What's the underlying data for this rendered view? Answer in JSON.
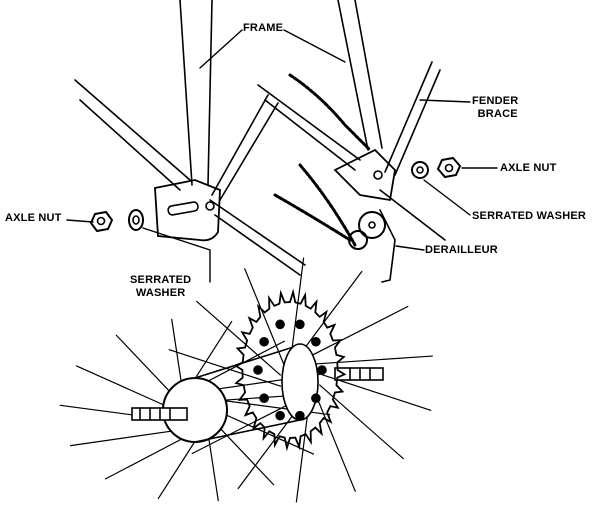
{
  "labels": {
    "frame": "FRAME",
    "fender_brace_line1": "FENDER",
    "fender_brace_line2": "BRACE",
    "axle_nut_right": "AXLE NUT",
    "serrated_washer_right": "SERRATED WASHER",
    "derailleur": "DERAILLEUR",
    "axle_nut_left": "AXLE NUT",
    "serrated_washer_left_line1": "SERRATED",
    "serrated_washer_left_line2": "WASHER"
  },
  "colors": {
    "ink": "#000000",
    "paper": "#ffffff"
  }
}
